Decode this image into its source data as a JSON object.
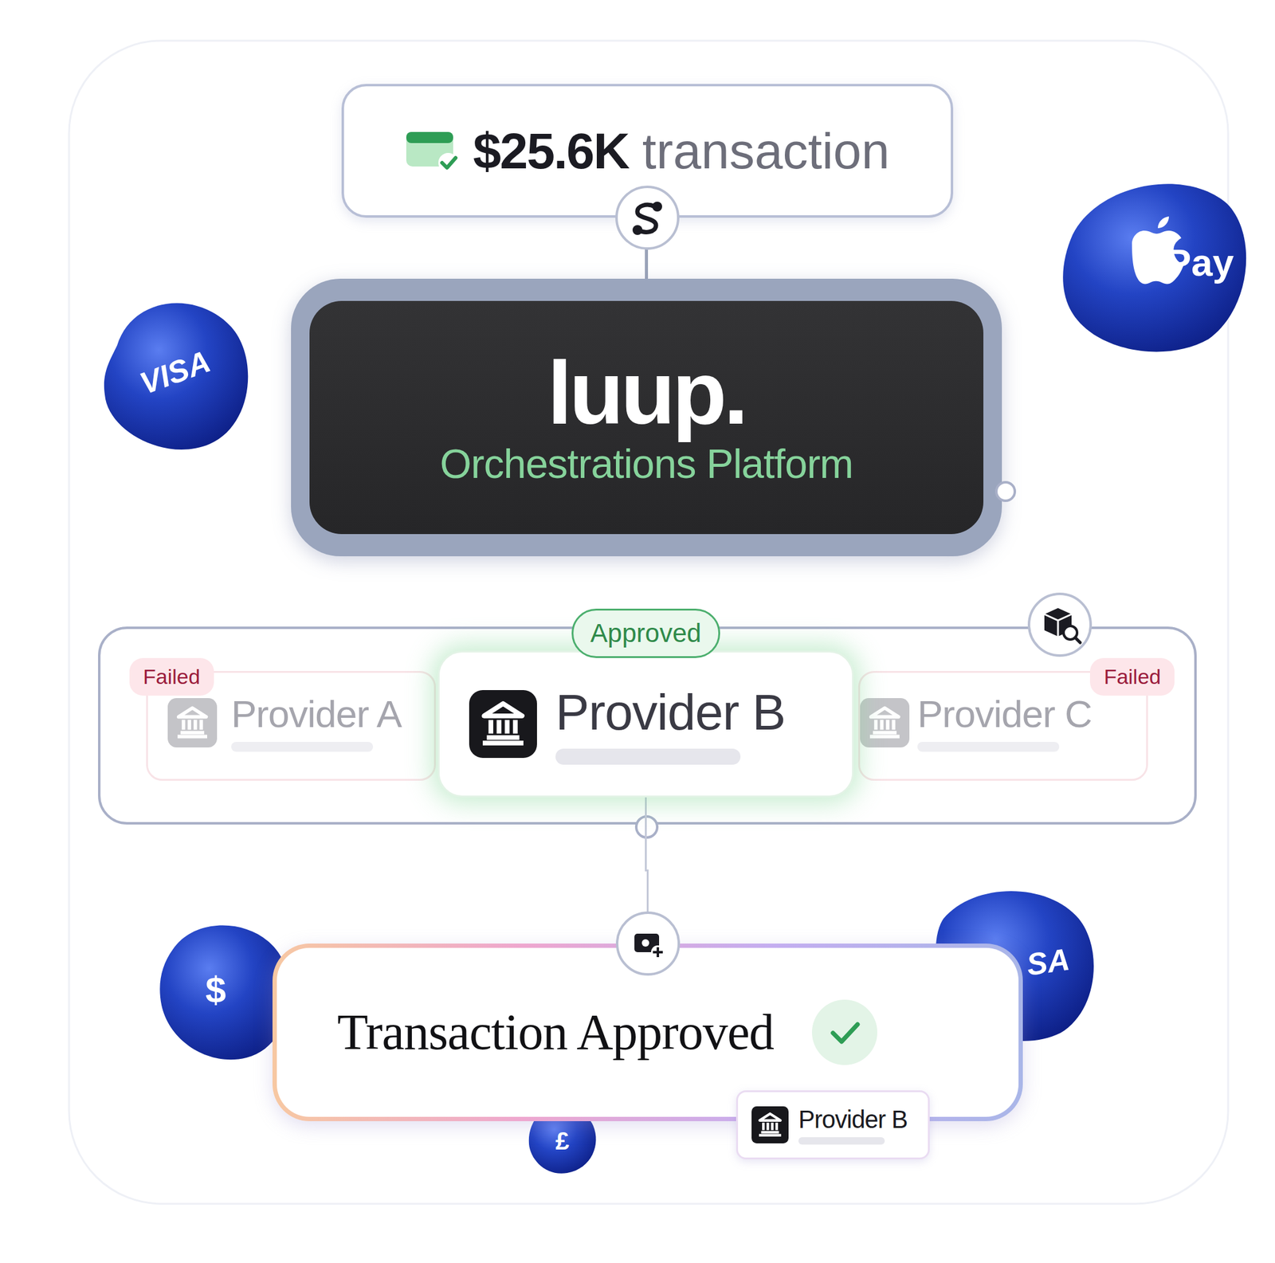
{
  "diagram": {
    "nodes": [
      {
        "text": [
          "$25.6K",
          "transaction"
        ]
      },
      {
        "text": [
          "luup.",
          "Orchestrations Platform"
        ]
      },
      {
        "text": [
          "Failed",
          "Provider A"
        ]
      },
      {
        "text": [
          "Approved",
          "Provider B"
        ]
      },
      {
        "text": [
          "Failed",
          "Provider C"
        ]
      },
      {
        "text": [
          "Transaction Approved"
        ]
      },
      {
        "text": [
          "Provider B"
        ]
      }
    ],
    "edges": [
      {
        "from": 0,
        "to": 1,
        "arrow": "none"
      },
      {
        "from": 3,
        "to": 5,
        "arrow": "none"
      }
    ],
    "labels": [
      "VISA",
      "Pay",
      "$",
      "SA",
      "£"
    ]
  }
}
